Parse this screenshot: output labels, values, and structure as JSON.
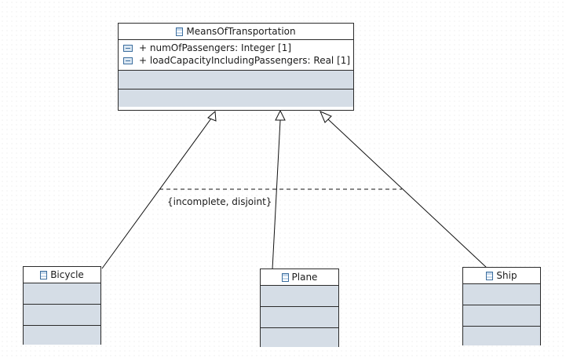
{
  "diagram": {
    "superclass": {
      "name": "MeansOfTransportation",
      "attributes": [
        "+ numOfPassengers: Integer [1]",
        "+ loadCapacityIncludingPassengers: Real [1]"
      ]
    },
    "subclasses": [
      {
        "name": "Bicycle"
      },
      {
        "name": "Plane"
      },
      {
        "name": "Ship"
      }
    ],
    "generalization_set_constraint": "{incomplete, disjoint}",
    "relationship": "generalization",
    "colors": {
      "compartment_fill": "#d5dde6",
      "border": "#2b2b2b",
      "icon": "#3c6e9e"
    }
  }
}
